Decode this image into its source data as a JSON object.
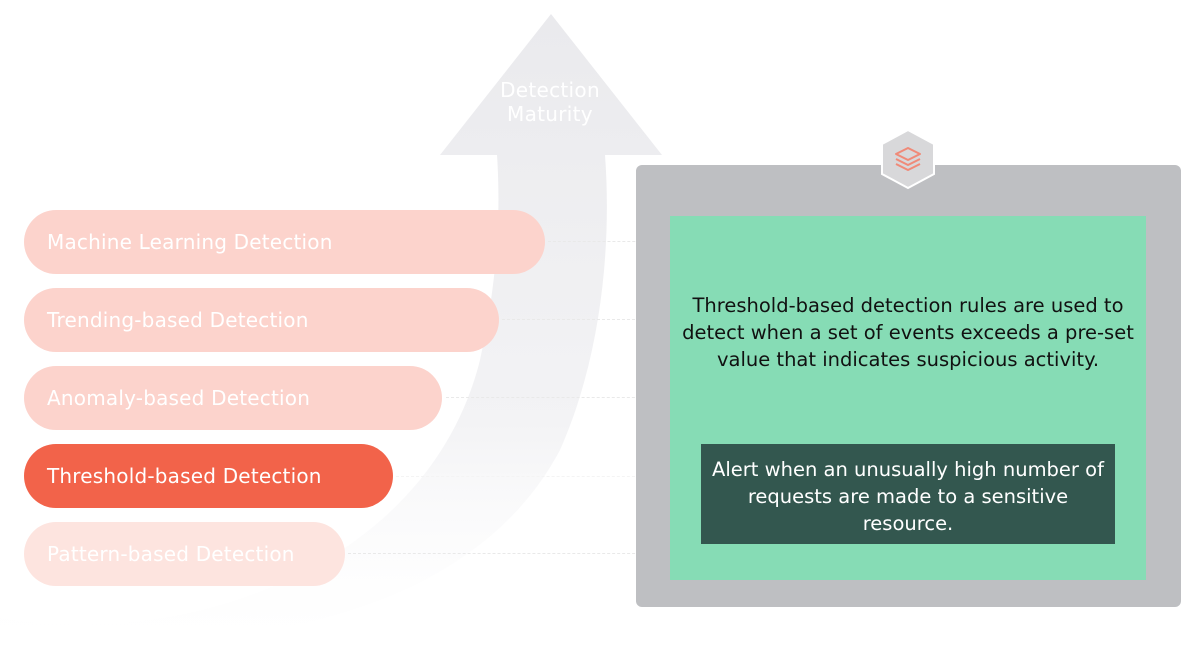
{
  "arrow": {
    "label_line1": "Detection",
    "label_line2": "Maturity"
  },
  "stages": [
    {
      "label": "Machine Learning Detection",
      "state": "inactive"
    },
    {
      "label": "Trending-based Detection",
      "state": "inactive"
    },
    {
      "label": "Anomaly-based Detection",
      "state": "inactive"
    },
    {
      "label": "Threshold-based Detection",
      "state": "active"
    },
    {
      "label": "Pattern-based Detection",
      "state": "faded"
    }
  ],
  "panel": {
    "icon": "layers-hexagon-icon",
    "description": "Threshold-based detection rules are used to detect when a set of events exceeds a pre-set value that indicates suspicious activity.",
    "example": "Alert when an unusually high number of requests are made to a sensitive resource."
  },
  "colors": {
    "active_stage": "#f2634a",
    "inactive_stage": "#fcd3cc",
    "panel_frame": "#bebfc2",
    "panel_body": "#86dcb5",
    "example_box": "#33574f",
    "arrow_fill": "#efeff1"
  }
}
